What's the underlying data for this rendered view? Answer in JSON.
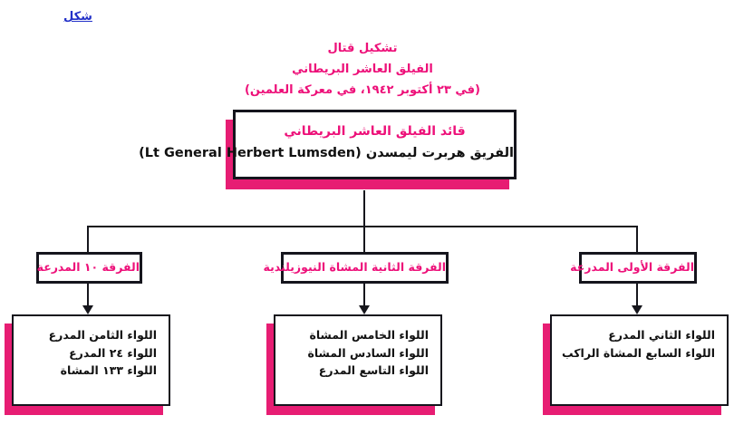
{
  "figure_label": "شكل",
  "header": {
    "line1": "تشكيل قتال",
    "line2": "الفيلق العاشر البريطاني",
    "line3": "(في ٢٣ أكتوبر ١٩٤٢، في معركة العلمين)"
  },
  "commander_box": {
    "title": "قائد الفيلق العاشر البريطاني",
    "name": "الفريق هربرت ليمسدن (Lt General Herbert Lumsden)"
  },
  "columns": [
    {
      "position": "left",
      "division": "الفرقة ١٠ المدرعة",
      "units": [
        "اللواء الثامن المدرع",
        "اللواء ٢٤ المدرع",
        "اللواء ١٣٣ المشاة"
      ]
    },
    {
      "position": "center",
      "division": "الفرقة الثانية المشاة النيوزيلندية",
      "units": [
        "اللواء الخامس المشاة",
        "اللواء السادس المشاة",
        "اللواء التاسع المدرع"
      ]
    },
    {
      "position": "right",
      "division": "الفرقة الأولى المدرعة",
      "units": [
        "اللواء الثاني المدرع",
        "اللواء السابع المشاة الراكب"
      ]
    }
  ],
  "colors": {
    "accent_magenta_text": "#ED1079",
    "shadow_pink": "#E71D73",
    "line_black": "#16161C",
    "figure_label_blue": "#2230C8"
  }
}
